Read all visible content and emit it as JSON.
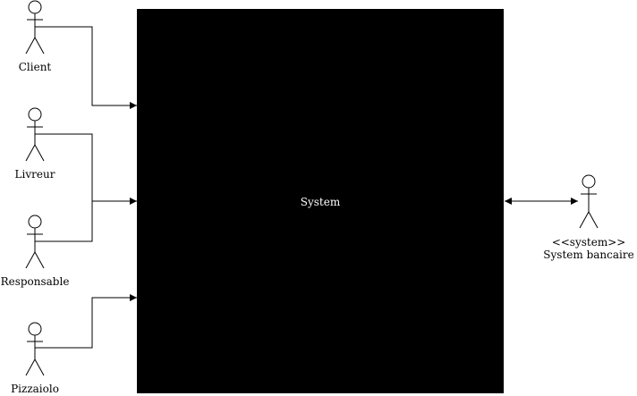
{
  "diagram": {
    "system": {
      "label": "System",
      "fill": "#000000",
      "text_color": "#ffffff"
    },
    "actors": [
      {
        "id": "client",
        "label": "Client"
      },
      {
        "id": "livreur",
        "label": "Livreur"
      },
      {
        "id": "responsable",
        "label": "Responsable"
      },
      {
        "id": "pizzaiolo",
        "label": "Pizzaiolo"
      }
    ],
    "external_actor": {
      "id": "system-bancaire",
      "stereotype": "<<system>>",
      "label": "System bancaire"
    },
    "line_color": "#000000"
  }
}
